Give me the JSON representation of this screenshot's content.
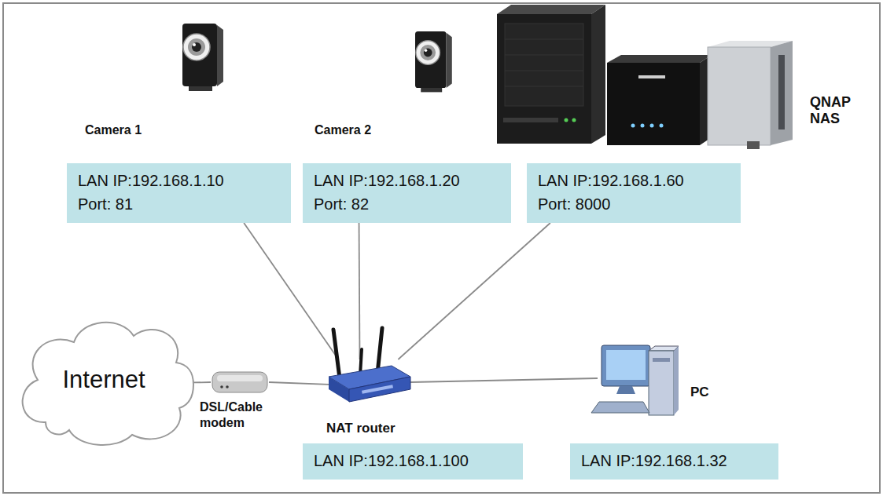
{
  "diagram": {
    "nodes": [
      {
        "text": [
          "LAN IP:192.168.1.10",
          "Port: 81"
        ]
      },
      {
        "text": [
          "LAN IP:192.168.1.20",
          "Port: 82"
        ]
      },
      {
        "text": [
          "LAN IP:192.168.1.60",
          "Port: 8000"
        ]
      },
      {
        "text": [
          "Internet"
        ]
      },
      {
        "text": [
          "DSL/Cable modem"
        ]
      },
      {
        "text": [
          "NAT router"
        ]
      },
      {
        "text": [
          "PC"
        ]
      },
      {
        "text": [
          "LAN IP:192.168.1.100"
        ]
      },
      {
        "text": [
          "LAN IP:192.168.1.32"
        ]
      }
    ],
    "edges": [
      {
        "from": 0,
        "to": 5,
        "arrow": "none"
      },
      {
        "from": 1,
        "to": 5,
        "arrow": "none"
      },
      {
        "from": 2,
        "to": 5,
        "arrow": "none"
      },
      {
        "from": 3,
        "to": 4,
        "arrow": "none"
      },
      {
        "from": 4,
        "to": 5,
        "arrow": "none"
      },
      {
        "from": 5,
        "to": 6,
        "arrow": "none"
      }
    ],
    "labels": [
      "Camera 1",
      "Camera 2",
      "QNAP NAS"
    ]
  }
}
